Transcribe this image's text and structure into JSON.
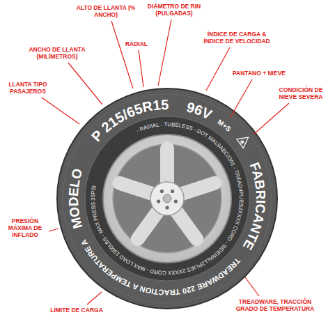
{
  "diagram": {
    "labels": [
      "ALTO DE LLANTA (% ANCHO)",
      "DIÁMETRO DE RIN (PULGADAS)",
      "RADIAL",
      "ANCHO DE LLANTA (MILÍMETROS)",
      "ÍNDICE DE CARGA & ÍNDICE DE VELOCIDAD",
      "LLANTA TIPO PASAJEROS",
      "PANTANO + NIEVE",
      "CONDICIÓN DE NIEVE SEVERA",
      "P 215/65R15",
      "96V",
      "M+S",
      "- RADIAL - TUBELESS - DOT MAL9ABC0301 - TREAD4PLIES2XXXX CORD - SIDEWALL2PLIES 2XXXX CORD - MAX LOAD 1300LBS - MAX PRESS 35PSI",
      "MODELO",
      "FABRICANTE",
      "PRESIÓN MÁXIMA DE INFLADO",
      "TREADWARE 220 TRACTION A TEMPERATURE A",
      "LÍMITE DE CARGA",
      "TREADWARE, TRACCIÓN GRADO DE TEMPERATURA"
    ]
  }
}
